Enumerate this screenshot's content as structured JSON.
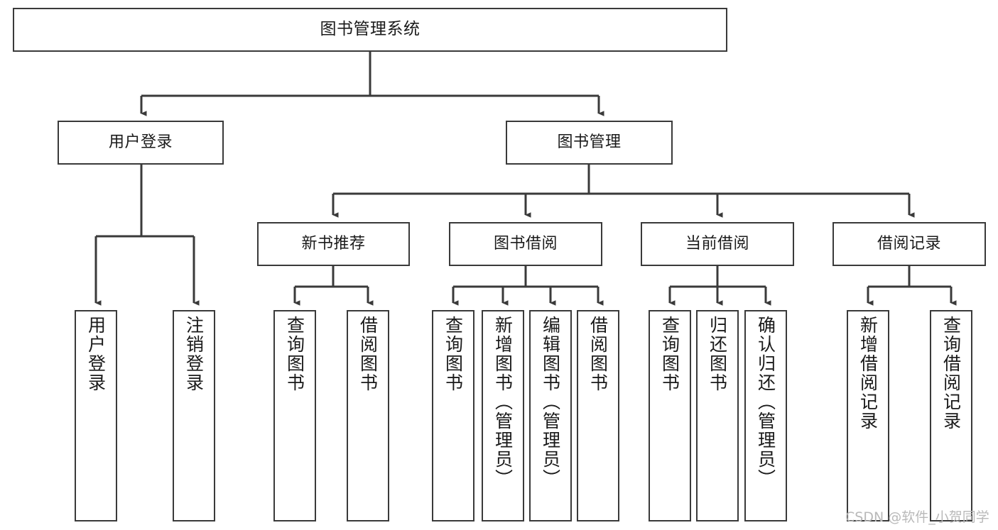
{
  "diagram": {
    "type": "tree",
    "title": "图书管理系统",
    "orientation": "top-down",
    "edge_color": "#3a3a3a",
    "box_border_color": "#3a3a3a",
    "box_fill_color": "#ffffff",
    "text_color": "#1a1a1a"
  },
  "nodes": {
    "root": {
      "label": "图书管理系统"
    },
    "level1": [
      {
        "label": "用户登录"
      },
      {
        "label": "图书管理"
      }
    ],
    "level2": [
      {
        "label": "新书推荐"
      },
      {
        "label": "图书借阅"
      },
      {
        "label": "当前借阅"
      },
      {
        "label": "借阅记录"
      }
    ],
    "leaves": {
      "user_login": [
        {
          "label": "用户登录"
        },
        {
          "label": "注销登录"
        }
      ],
      "new_book_recommend": [
        {
          "label": "查询图书"
        },
        {
          "label": "借阅图书"
        }
      ],
      "book_borrow": [
        {
          "label": "查询图书"
        },
        {
          "label": "新增图书（管理员）"
        },
        {
          "label": "编辑图书（管理员）"
        },
        {
          "label": "借阅图书"
        }
      ],
      "current_borrow": [
        {
          "label": "查询图书"
        },
        {
          "label": "归还图书"
        },
        {
          "label": "确认归还（管理员）"
        }
      ],
      "borrow_record": [
        {
          "label": "新增借阅记录"
        },
        {
          "label": "查询借阅记录"
        }
      ]
    }
  },
  "watermark": {
    "text": "CSDN @软件_小贺同学"
  }
}
